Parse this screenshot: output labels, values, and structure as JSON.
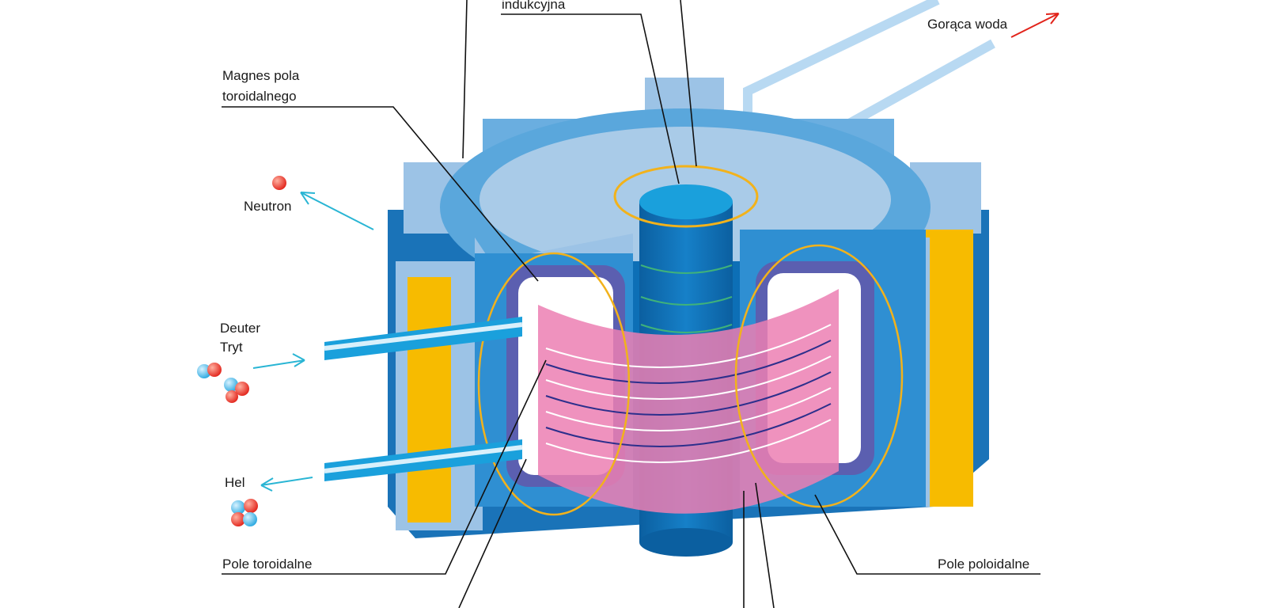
{
  "labels": {
    "induction_coil": "indukcyjna",
    "hot_water": "Gorąca woda",
    "toroidal_magnet_line1": "Magnes pola",
    "toroidal_magnet_line2": "toroidalnego",
    "neutron": "Neutron",
    "deuterium": "Deuter",
    "tritium": "Tryt",
    "helium": "Hel",
    "toroidal_field": "Pole toroidalne",
    "poloidal_field": "Pole poloidalne"
  },
  "colors": {
    "steel_light": "#9cc3e6",
    "steel_mid": "#5aa7dc",
    "steel_dark": "#1a73b8",
    "coil_yellow": "#f7bb00",
    "plasma_pink": "#ec7fb3",
    "field_orange": "#f2b21b",
    "arrow_cyan": "#29b5d4",
    "arrow_red": "#e2231a"
  }
}
